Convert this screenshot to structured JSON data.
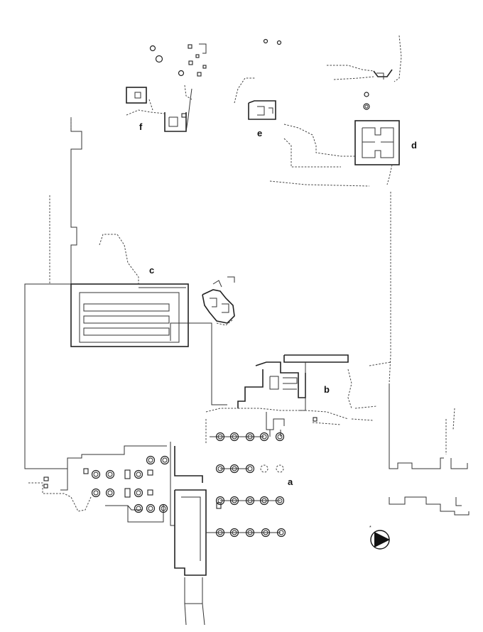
{
  "site_labels": [
    {
      "key": "a",
      "text": "a"
    },
    {
      "key": "b",
      "text": "b"
    },
    {
      "key": "c",
      "text": "c"
    },
    {
      "key": "d",
      "text": "d"
    },
    {
      "key": "e",
      "text": "e"
    },
    {
      "key": "f",
      "text": "f"
    }
  ],
  "north_arrow": {
    "icon": "north-arrow-icon",
    "symbol": "*"
  },
  "colors": {
    "ink": "#222222",
    "background": "#ffffff"
  }
}
